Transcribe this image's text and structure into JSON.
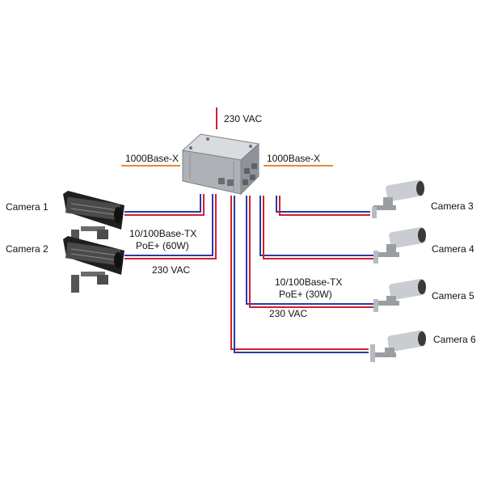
{
  "power_top": "230 VAC",
  "uplink_left": "1000Base-X",
  "uplink_right": "1000Base-X",
  "left_group": {
    "line1": "10/100Base-TX",
    "line2": "PoE+ (60W)",
    "power": "230 VAC"
  },
  "right_group": {
    "line1": "10/100Base-TX",
    "line2": "PoE+ (30W)",
    "power": "230 VAC"
  },
  "cameras": [
    "Camera 1",
    "Camera 2",
    "Camera 3",
    "Camera 4",
    "Camera 5",
    "Camera 6"
  ],
  "colors": {
    "power": "#d3202a",
    "fiber": "#e58a2e",
    "data_blue": "#2b3aa8",
    "data_red": "#d3202a",
    "enclosure": "#b9bcc0",
    "camera_dark": "#3a3a3a",
    "camera_light": "#c9ccd0"
  }
}
